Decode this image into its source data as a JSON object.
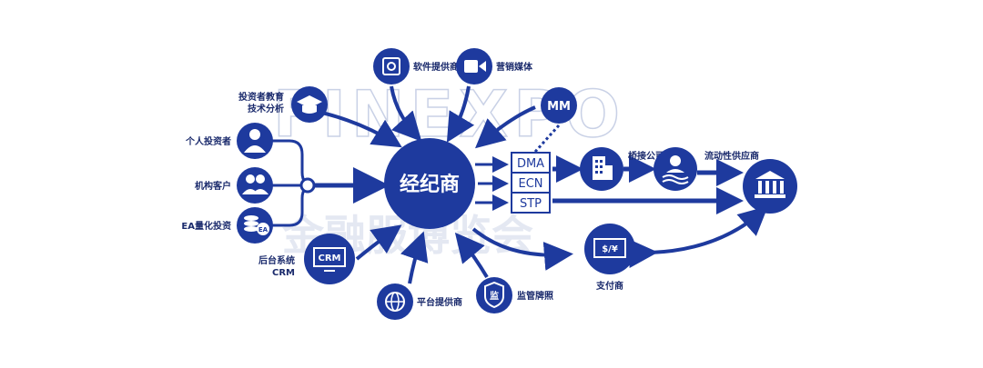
{
  "hub": {
    "label": "经纪商"
  },
  "watermark": {
    "latin": "FINEXPO",
    "chinese": "金融服博览会"
  },
  "clients": {
    "education": {
      "line1": "投资者教育",
      "line2": "技术分析"
    },
    "individual": "个人投资者",
    "institutional": "机构客户",
    "quant": "EA量化投资",
    "quant_icon_text": "EA"
  },
  "top": {
    "software": "软件提供商",
    "marketing": "营销媒体",
    "mm": "MM"
  },
  "bottom": {
    "crm_line1": "后台系统",
    "crm_line2": "CRM",
    "crm_icon_text": "CRM",
    "platform": "平台提供商",
    "license": "监管牌照",
    "license_icon_text": "监"
  },
  "execution": [
    "DMA",
    "ECN",
    "STP"
  ],
  "liquidity": {
    "bridge": "桥接公司",
    "provider": "流动性供应商"
  },
  "payment": {
    "label": "支付商",
    "icon_text": "$/¥"
  },
  "colors": {
    "primary": "#1e3a9e",
    "label": "#1a2a6c",
    "watermark": "#c9d1e6"
  }
}
